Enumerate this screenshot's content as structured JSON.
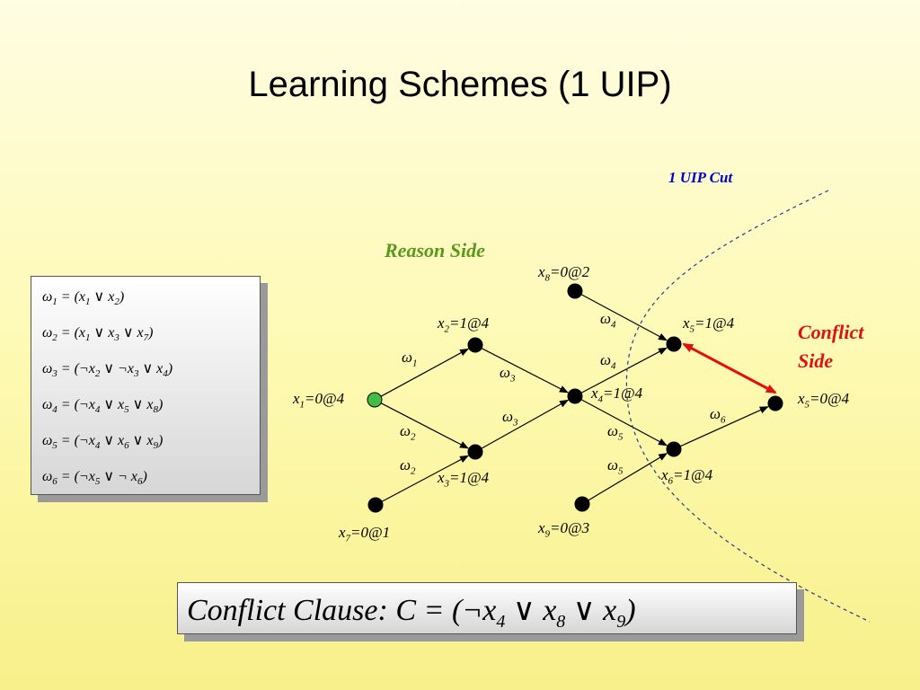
{
  "title": "Learning Schemes (1 UIP)",
  "uip_label": "1 UIP Cut",
  "reason_label": "Reason Side",
  "conflict_label": [
    "Conflict",
    "Side"
  ],
  "colors": {
    "uip": "#0000cc",
    "reason": "#5a9a1a",
    "conflict": "#e01010",
    "decision_node": "#44bb44",
    "node": "#000000"
  },
  "nodes": [
    {
      "id": "x1",
      "name": "x",
      "sub": "1",
      "val": "=0@4",
      "decision": true
    },
    {
      "id": "x2",
      "name": "x",
      "sub": "2",
      "val": "=1@4"
    },
    {
      "id": "x3",
      "name": "x",
      "sub": "3",
      "val": "=1@4"
    },
    {
      "id": "x7",
      "name": "x",
      "sub": "7",
      "val": "=0@1"
    },
    {
      "id": "x4",
      "name": "x",
      "sub": "4",
      "val": "=1@4"
    },
    {
      "id": "x8",
      "name": "x",
      "sub": "8",
      "val": "=0@2"
    },
    {
      "id": "x9",
      "name": "x",
      "sub": "9",
      "val": "=0@3"
    },
    {
      "id": "x5a",
      "name": "x",
      "sub": "5",
      "val": "=1@4"
    },
    {
      "id": "x6",
      "name": "x",
      "sub": "6",
      "val": "=1@4"
    },
    {
      "id": "x5b",
      "name": "x",
      "sub": "5",
      "val": "=0@4"
    }
  ],
  "edges": [
    {
      "from": "x1",
      "to": "x2",
      "label": "1"
    },
    {
      "from": "x1",
      "to": "x3",
      "label": "2"
    },
    {
      "from": "x7",
      "to": "x3",
      "label": "2"
    },
    {
      "from": "x2",
      "to": "x4",
      "label": "3"
    },
    {
      "from": "x3",
      "to": "x4",
      "label": "3"
    },
    {
      "from": "x8",
      "to": "x5a",
      "label": "4"
    },
    {
      "from": "x4",
      "to": "x5a",
      "label": "4"
    },
    {
      "from": "x4",
      "to": "x6",
      "label": "5"
    },
    {
      "from": "x9",
      "to": "x6",
      "label": "5"
    },
    {
      "from": "x6",
      "to": "x5b",
      "label": "6"
    }
  ],
  "clauses": [
    {
      "omega": "ω",
      "sub": "1",
      "text": " = (x",
      "parts": [
        [
          "x",
          "1"
        ],
        [
          "x",
          "2"
        ]
      ]
    },
    {
      "omega": "ω",
      "sub": "2"
    },
    {
      "omega": "ω",
      "sub": "3"
    },
    {
      "omega": "ω",
      "sub": "4"
    },
    {
      "omega": "ω",
      "sub": "5"
    },
    {
      "omega": "ω",
      "sub": "6"
    }
  ],
  "clause_lines": [
    [
      [
        "ω",
        "1"
      ],
      [
        " = (x",
        "1"
      ],
      [
        " ∨ x",
        "2"
      ],
      [
        ")",
        ""
      ]
    ],
    [
      [
        "ω",
        "2"
      ],
      [
        " = (x",
        "1"
      ],
      [
        " ∨ x",
        "3"
      ],
      [
        " ∨ x",
        "7"
      ],
      [
        ")",
        ""
      ]
    ],
    [
      [
        "ω",
        "3"
      ],
      [
        " = (¬x",
        "2"
      ],
      [
        " ∨ ¬x",
        "3"
      ],
      [
        " ∨ x",
        "4"
      ],
      [
        ")",
        ""
      ]
    ],
    [
      [
        "ω",
        "4"
      ],
      [
        " = (¬x",
        "4"
      ],
      [
        " ∨ x",
        "5"
      ],
      [
        " ∨ x",
        "8"
      ],
      [
        ")",
        ""
      ]
    ],
    [
      [
        "ω",
        "5"
      ],
      [
        " = (¬x",
        "4"
      ],
      [
        " ∨ x",
        "6"
      ],
      [
        " ∨ x",
        "9"
      ],
      [
        ")",
        ""
      ]
    ],
    [
      [
        "ω",
        "6"
      ],
      [
        " = (¬x",
        "5"
      ],
      [
        " ∨ ¬ x",
        "6"
      ],
      [
        ")",
        ""
      ]
    ]
  ],
  "conflict_clause": [
    [
      "Conflict Clause: C = (¬x",
      "4"
    ],
    [
      " ∨  x",
      "8"
    ],
    [
      " ∨  x",
      "9"
    ],
    [
      ")",
      ""
    ]
  ]
}
